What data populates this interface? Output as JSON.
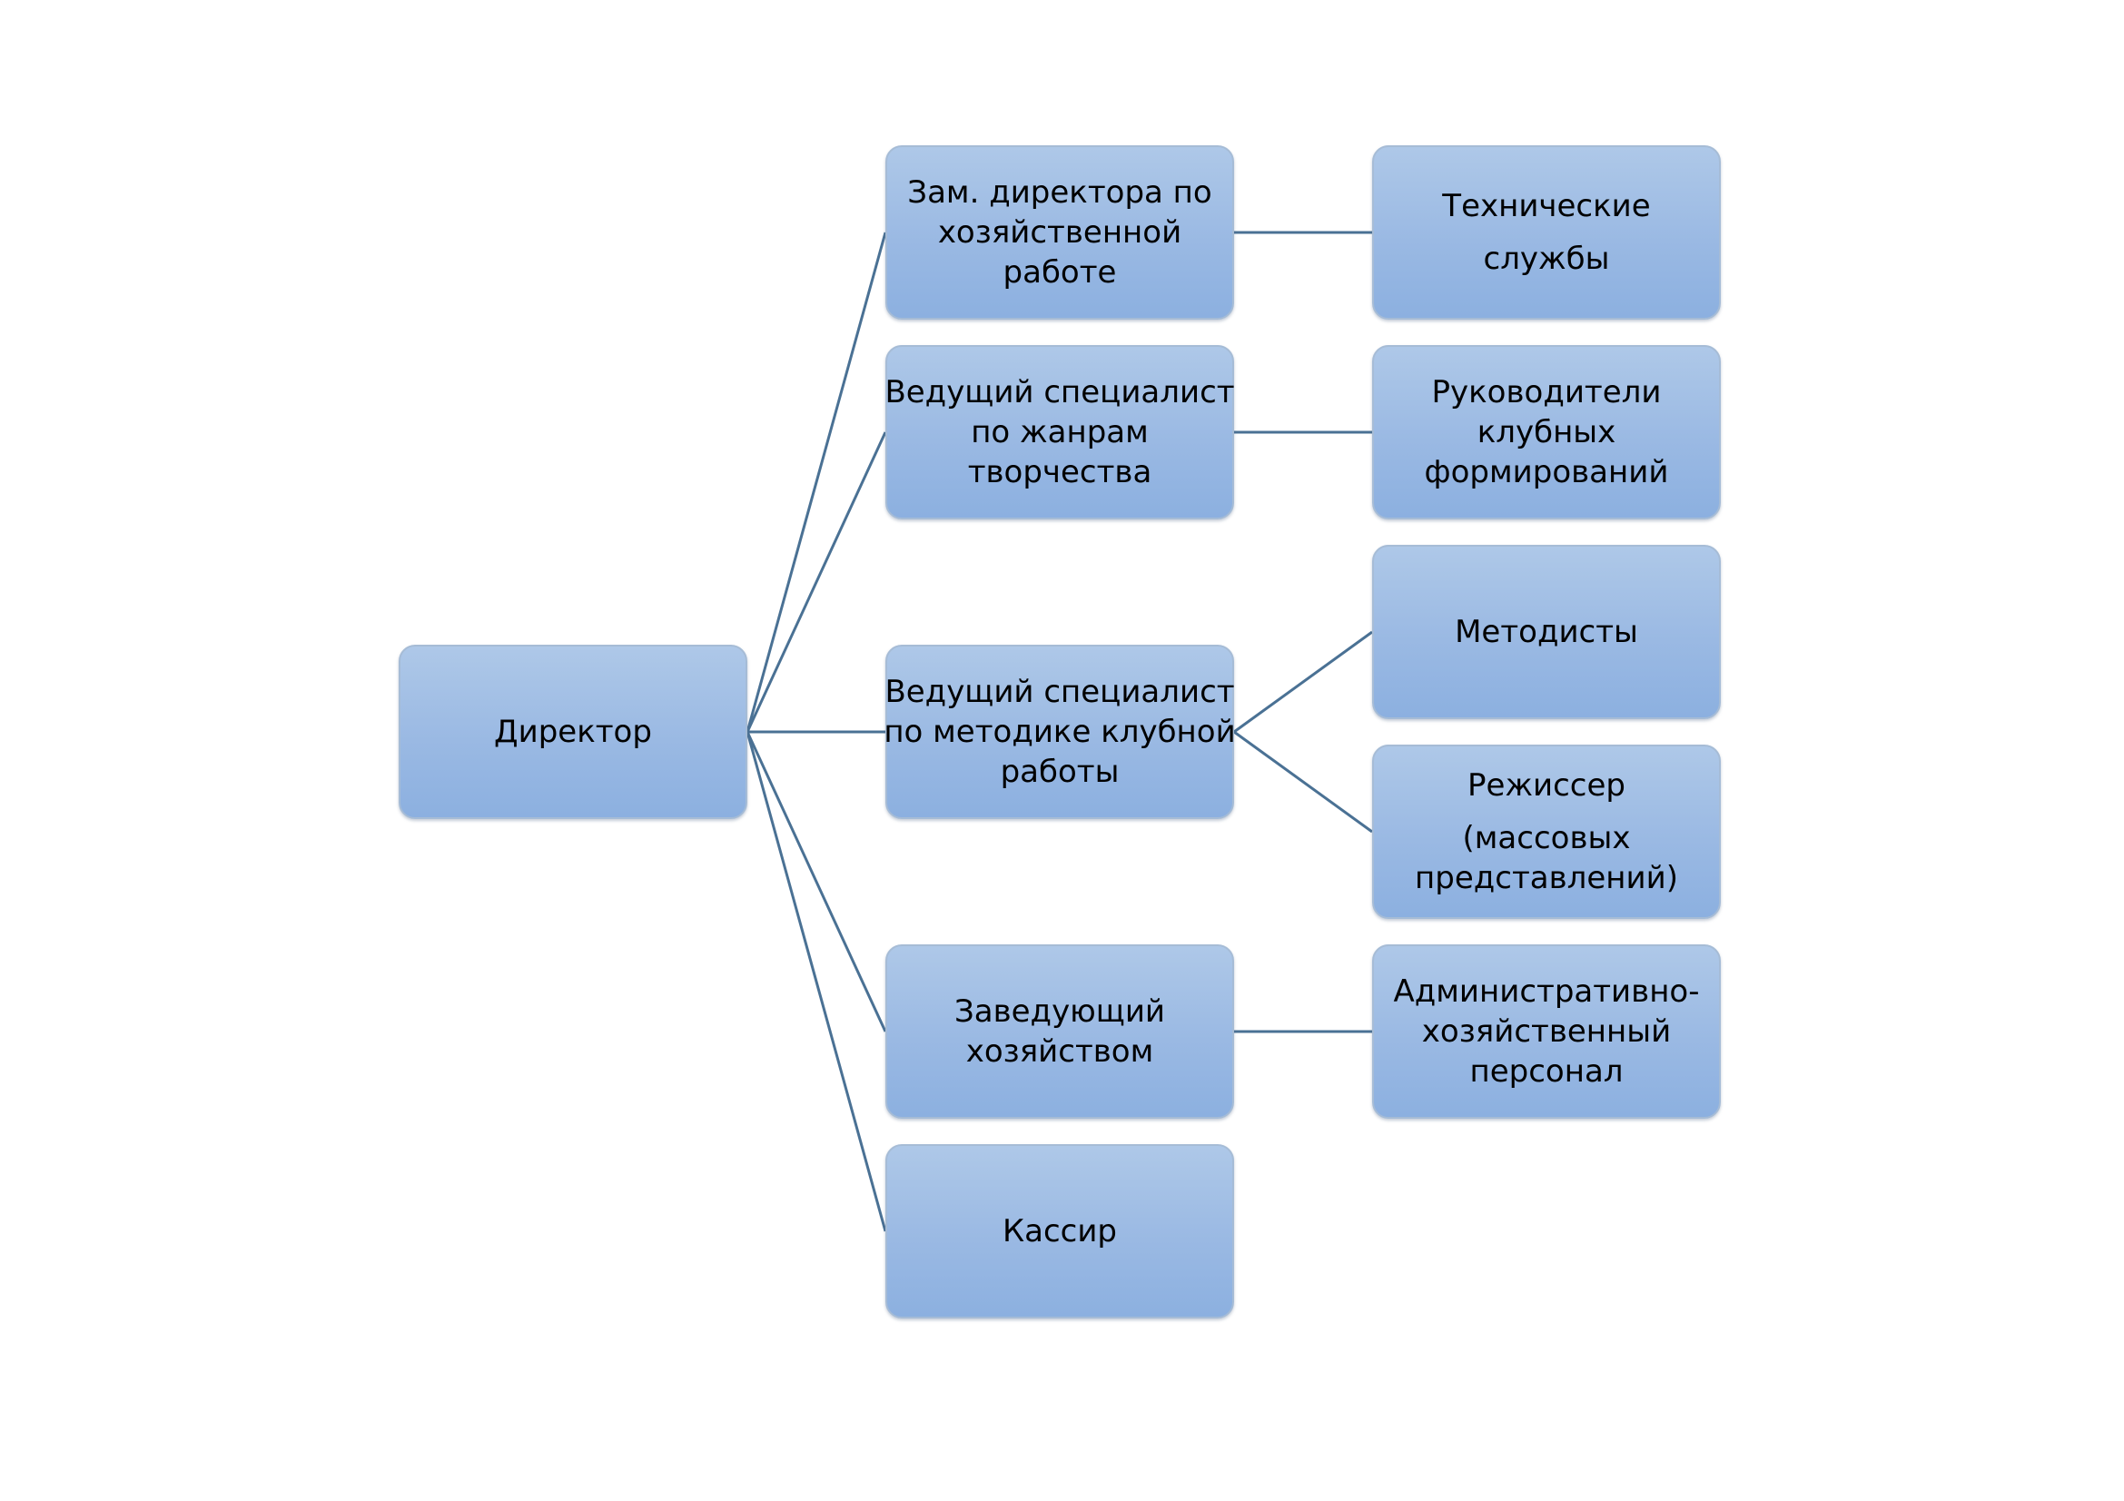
{
  "colors": {
    "node_fill_top": "#aec8e8",
    "node_fill_bottom": "#8cb0e0",
    "node_border": "#a6bcd6",
    "connector": "#4a7194"
  },
  "nodes": {
    "director": {
      "lines": [
        "Директор"
      ]
    },
    "deputy": {
      "lines": [
        "Зам. директора по",
        "хозяйственной",
        "работе"
      ]
    },
    "genres": {
      "lines": [
        "Ведущий специалист",
        "по жанрам",
        "творчества"
      ]
    },
    "methods": {
      "lines": [
        "Ведущий специалист",
        "по методике клубной",
        "работы"
      ]
    },
    "household": {
      "lines": [
        "Заведующий",
        "хозяйством"
      ]
    },
    "cashier": {
      "lines": [
        "Кассир"
      ]
    },
    "technical": {
      "lines": [
        "Технические",
        "службы"
      ]
    },
    "clubheads": {
      "lines": [
        "Руководители",
        "клубных",
        "формирований"
      ]
    },
    "methodists": {
      "lines": [
        "Методисты"
      ]
    },
    "director_events": {
      "lines": [
        "Режиссер",
        "(массовых",
        "представлений)"
      ]
    },
    "admin": {
      "lines": [
        "Административно-",
        "хозяйственный",
        "персонал"
      ]
    }
  },
  "edges": [
    [
      "director",
      "deputy"
    ],
    [
      "director",
      "genres"
    ],
    [
      "director",
      "methods"
    ],
    [
      "director",
      "household"
    ],
    [
      "director",
      "cashier"
    ],
    [
      "deputy",
      "technical"
    ],
    [
      "genres",
      "clubheads"
    ],
    [
      "methods",
      "methodists"
    ],
    [
      "methods",
      "director_events"
    ],
    [
      "household",
      "admin"
    ]
  ]
}
